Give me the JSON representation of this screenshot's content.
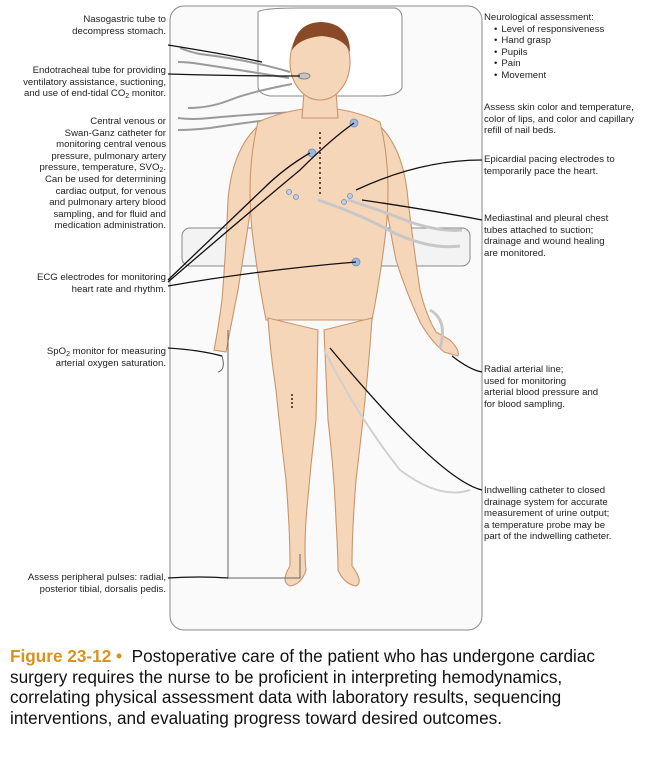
{
  "labels": {
    "ngt": [
      "Nasogastric tube to",
      "decompress stomach."
    ],
    "ett": [
      "Endotracheal tube for providing",
      "ventilatory assistance, suctioning,",
      "and use of end-tidal CO",
      "2",
      " monitor."
    ],
    "cv": [
      "Central venous or",
      "Swan-Ganz catheter for",
      "monitoring central venous",
      "pressure, pulmonary artery",
      "pressure, temperature, SVO",
      "2",
      ".",
      "Can be used for determining",
      "cardiac output, for venous",
      "and pulmonary artery blood",
      "sampling, and for fluid and",
      "medication administration."
    ],
    "ecg": [
      "ECG electrodes for monitoring",
      "heart rate and rhythm."
    ],
    "spo2": [
      "SpO",
      "2",
      " monitor for measuring",
      "arterial oxygen saturation."
    ],
    "pulses": [
      "Assess peripheral pulses: radial,",
      "posterior tibial, dorsalis pedis."
    ],
    "neuro_title": "Neurological assessment:",
    "neuro_items": [
      "Level of responsiveness",
      "Hand grasp",
      "Pupils",
      "Pain",
      "Movement"
    ],
    "skin": [
      "Assess skin color and temperature,",
      "color of lips, and color and capillary",
      "refill of nail beds."
    ],
    "epicardial": [
      "Epicardial pacing electrodes to",
      "temporarily pace the heart."
    ],
    "chest_tubes": [
      "Mediastinal and pleural chest",
      "tubes attached to suction;",
      "drainage and wound healing",
      "are monitored."
    ],
    "arterial": [
      "Radial arterial line;",
      "used for monitoring",
      "arterial blood pressure and",
      "for blood sampling."
    ],
    "catheter": [
      "Indwelling catheter to closed",
      "drainage system for accurate",
      "measurement of urine output;",
      "a temperature probe may be",
      "part of the indwelling catheter."
    ]
  },
  "caption": {
    "figure_label": "Figure 23-12 •",
    "text": "Postoperative care of the patient who has undergone cardiac surgery requires the nurse to be proficient in interpreting hemodynamics, correlating physical assessment data with laboratory results, sequencing interventions, and evaluating progress toward desired outcomes."
  },
  "colors": {
    "skin": "#f6d6b8",
    "skin_outline": "#c9956d",
    "hair": "#8a4a2a",
    "electrode": "#9db8dc",
    "bed_line": "#8a8a8a",
    "caption_label": "#d89220"
  }
}
